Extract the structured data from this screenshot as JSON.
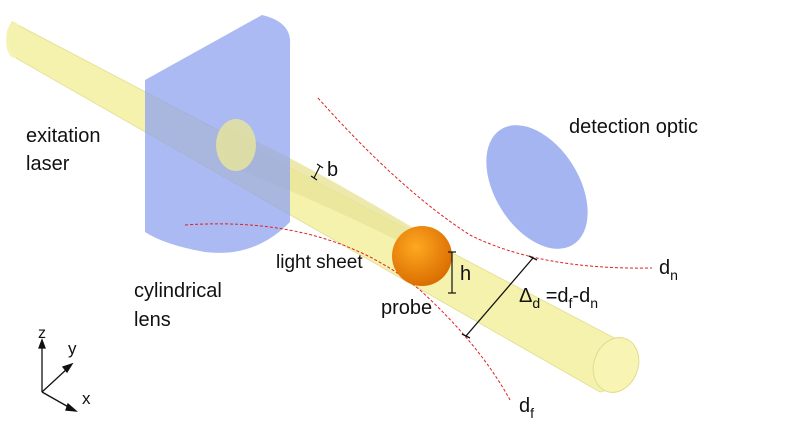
{
  "labels": {
    "laser_line1": "exitation",
    "laser_line2": "laser",
    "lens_line1": "cylindrical",
    "lens_line2": "lens",
    "light_sheet": "light sheet",
    "probe": "probe",
    "detection_optic": "detection optic",
    "b": "b",
    "h": "h",
    "dn_main": "d",
    "dn_sub": "n",
    "df_main": "d",
    "df_sub": "f",
    "delta_main": "Δ",
    "delta_sub": "d",
    "delta_eq": " =d",
    "delta_eq_sub1": "f",
    "delta_eq_mid": "-d",
    "delta_eq_sub2": "n"
  },
  "axes": {
    "z": "z",
    "y": "y",
    "x": "x"
  },
  "colors": {
    "beam": "#f3f0a0",
    "lens": "#8fa3ee",
    "probe": "#f08a10",
    "guide": "#e02020"
  }
}
